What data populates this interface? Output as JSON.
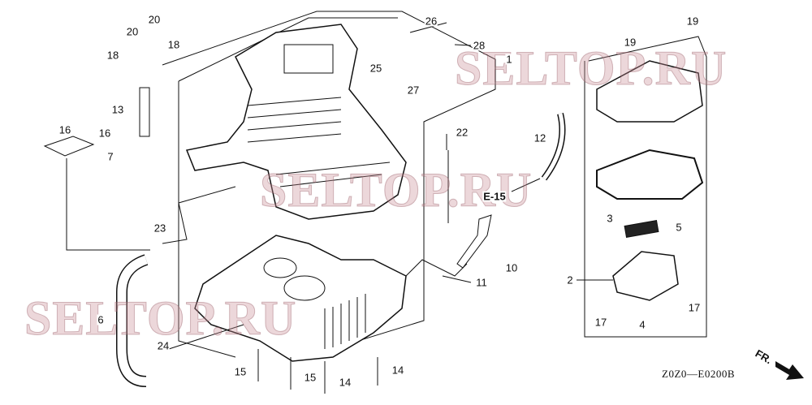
{
  "diagram": {
    "labels": [
      "20",
      "20",
      "18",
      "18",
      "26",
      "28",
      "1",
      "19",
      "19",
      "25",
      "27",
      "13",
      "16",
      "16",
      "7",
      "22",
      "12",
      "E-15",
      "3",
      "5",
      "23",
      "10",
      "11",
      "2",
      "6",
      "17",
      "17",
      "4",
      "24",
      "15",
      "15",
      "14",
      "14"
    ],
    "diagram_code": "Z0Z0—E0200B",
    "front_indicator": "FR.",
    "watermark": "SELTOP.RU"
  }
}
